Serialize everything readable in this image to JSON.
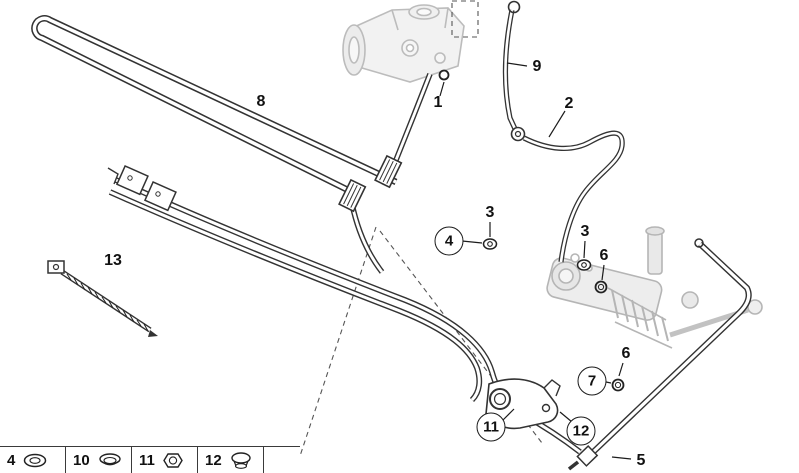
{
  "diagram": {
    "description": "Hydraulic power steering lines exploded parts diagram",
    "colors": {
      "line": "#222222",
      "faded_part": "#b5b5b5"
    },
    "callouts": [
      {
        "label": "1",
        "circled": false
      },
      {
        "label": "2",
        "circled": false
      },
      {
        "label": "3",
        "circled": false
      },
      {
        "label": "3",
        "circled": false
      },
      {
        "label": "4",
        "circled": true
      },
      {
        "label": "5",
        "circled": false
      },
      {
        "label": "6",
        "circled": false
      },
      {
        "label": "6",
        "circled": false
      },
      {
        "label": "7",
        "circled": true
      },
      {
        "label": "8",
        "circled": false
      },
      {
        "label": "9",
        "circled": false
      },
      {
        "label": "11",
        "circled": true
      },
      {
        "label": "12",
        "circled": true
      },
      {
        "label": "13",
        "circled": false
      }
    ]
  },
  "legend": {
    "items": [
      {
        "number": "4",
        "icon": "seal-ring-icon"
      },
      {
        "number": "10",
        "icon": "grommet-icon"
      },
      {
        "number": "11",
        "icon": "cap-nut-icon"
      },
      {
        "number": "12",
        "icon": "plug-icon"
      }
    ]
  }
}
